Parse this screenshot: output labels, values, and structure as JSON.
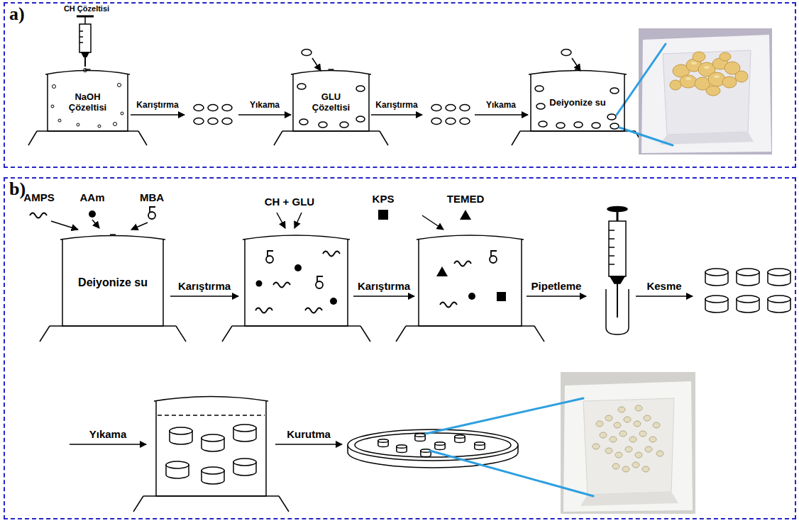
{
  "diagram": {
    "nodes": [
      {
        "text": [
          "a)"
        ]
      },
      {
        "text": [
          "NaOH Çözeltisi"
        ],
        "in": 0
      },
      {
        "text": [
          "GLU Çözeltisi"
        ],
        "in": 0
      },
      {
        "text": [
          "Deiyonize su"
        ],
        "in": 0
      },
      {
        "text": [
          "b)"
        ]
      },
      {
        "text": [
          "Deiyonize su"
        ],
        "in": 4
      }
    ],
    "labels": [
      "CH Çözeltisi",
      "Karıştırma",
      "Yıkama",
      "Karıştırma",
      "Yıkama",
      "AMPS",
      "AAm",
      "MBA",
      "Karıştırma",
      "CH + GLU",
      "Karıştırma",
      "KPS",
      "TEMED",
      "Pipetleme",
      "Kesme",
      "Yıkama",
      "Kurutma"
    ]
  }
}
